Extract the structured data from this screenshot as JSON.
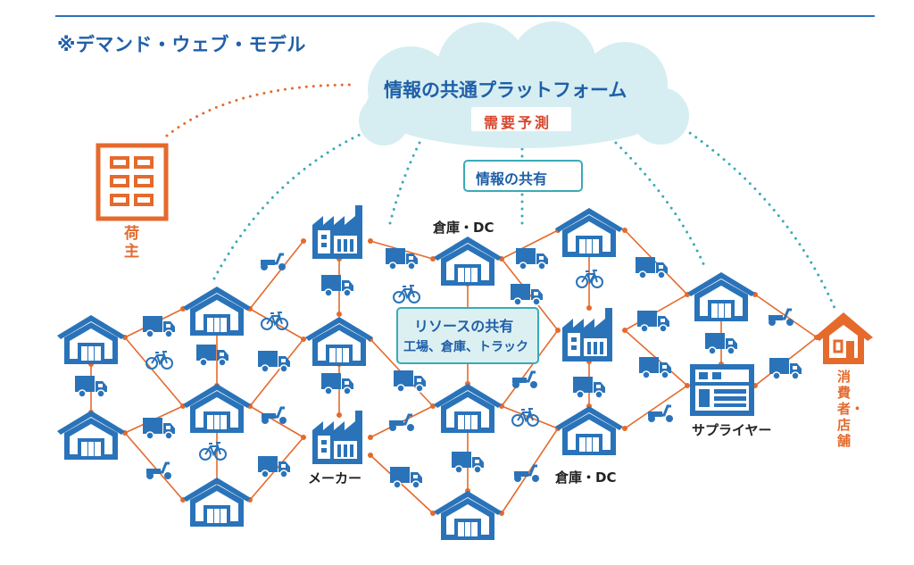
{
  "title": "※デマンド・ウェブ・モデル",
  "cloud": {
    "label": "情報の共通プラットフォーム",
    "sub": "需要予測"
  },
  "share_info": "情報の共有",
  "resource": {
    "line1": "リソースの共有",
    "line2": "工場、倉庫、トラック"
  },
  "labels": {
    "shipper": "荷主",
    "consumer": "消費者・店舗",
    "warehouse_dc_top": "倉庫・DC",
    "warehouse_dc_bottom": "倉庫・DC",
    "maker": "メーカー",
    "supplier": "サプライヤー"
  },
  "colors": {
    "blue": "#2a73b9",
    "orange": "#e56a2c",
    "teal": "#3aaab8",
    "cloud": "#d6eef1"
  }
}
